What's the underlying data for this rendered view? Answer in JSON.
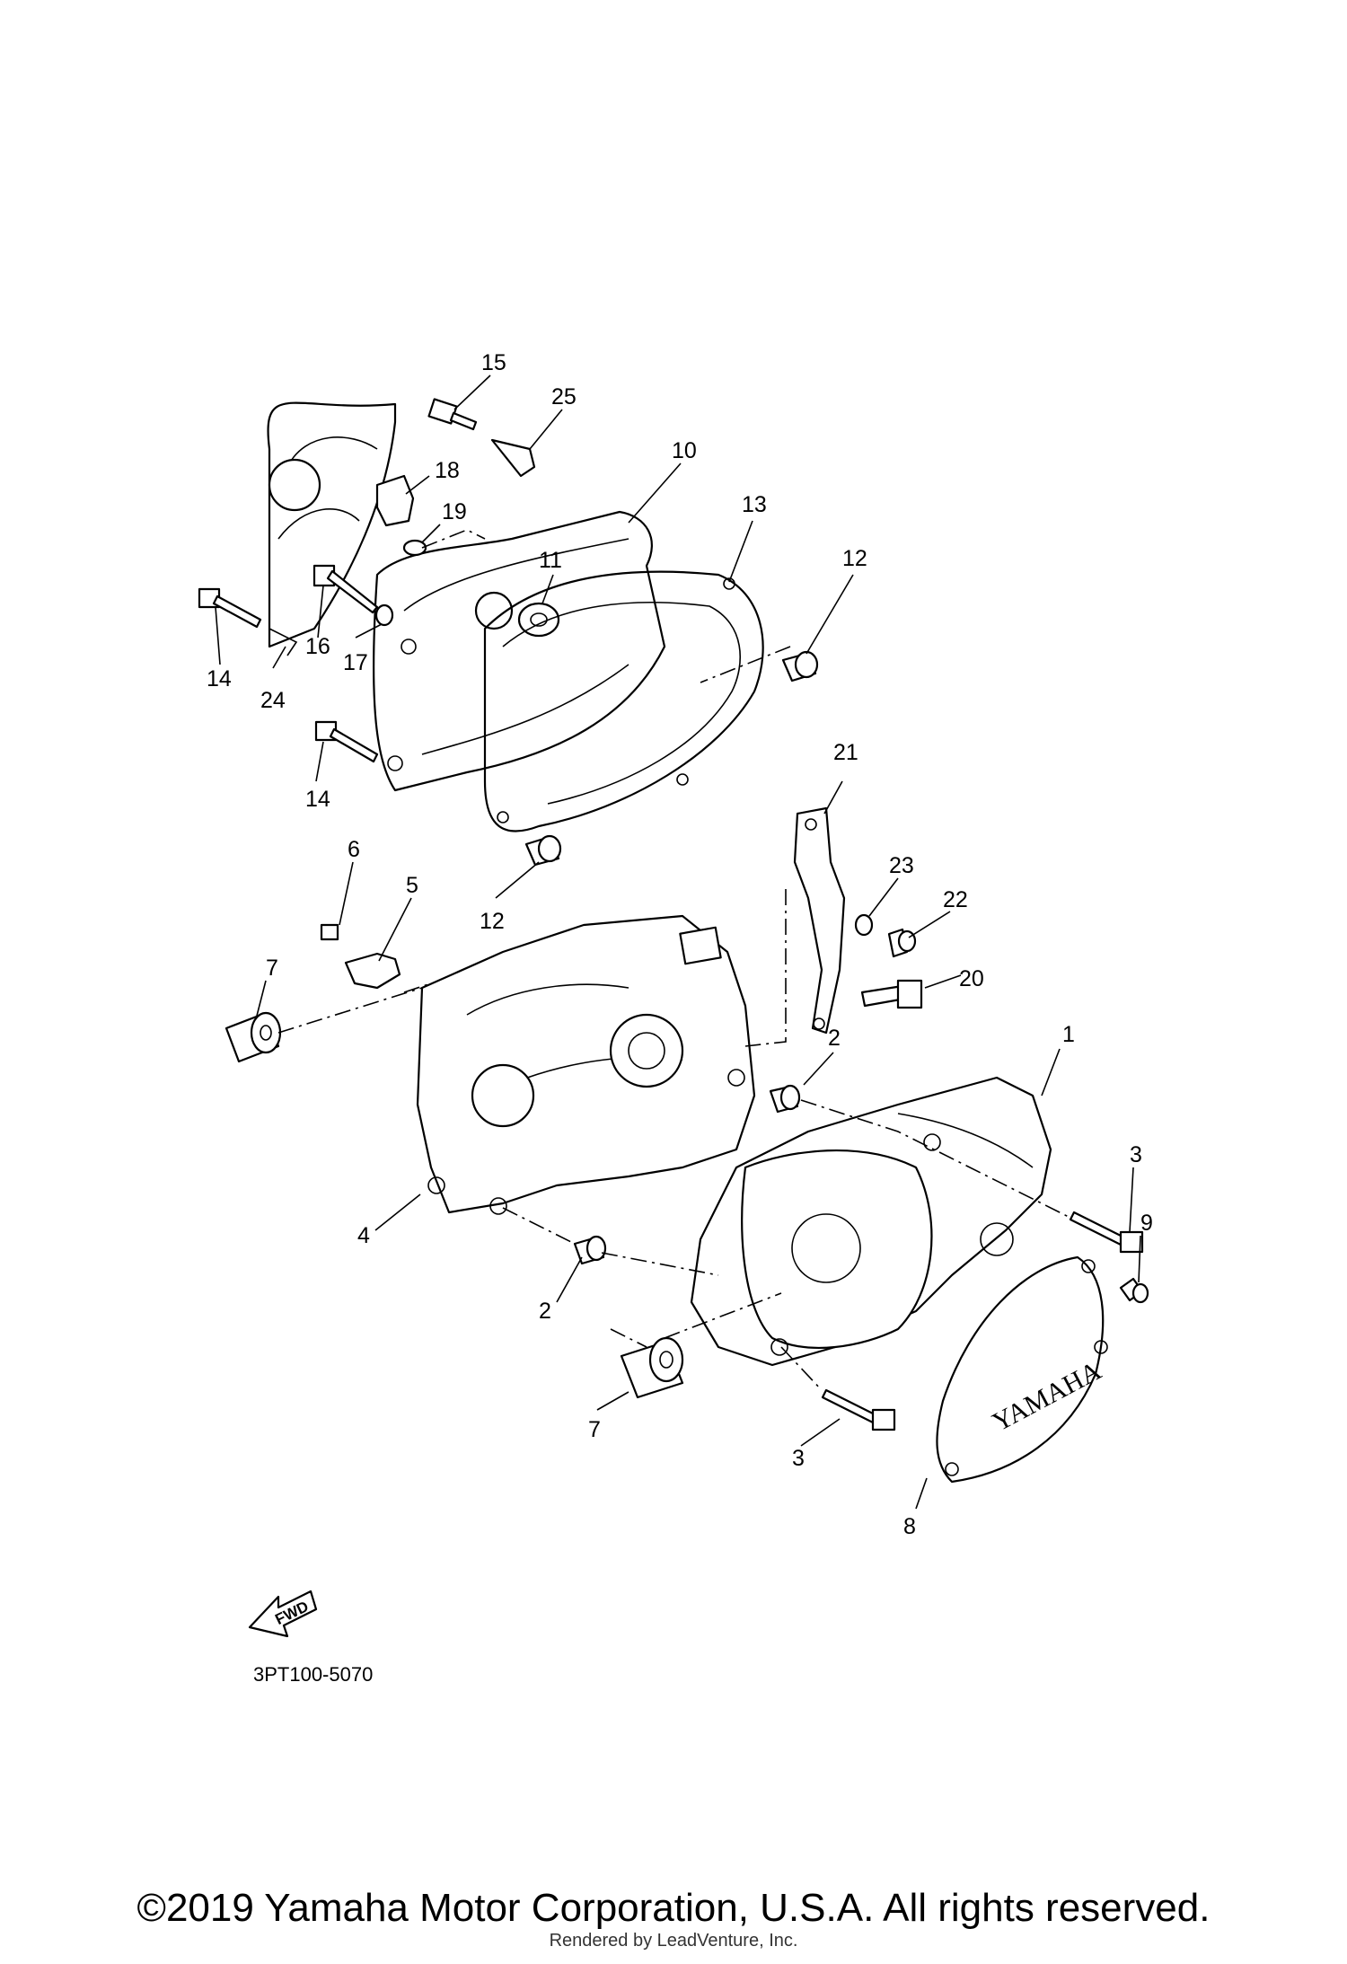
{
  "diagram": {
    "code": "3PT100-5070",
    "fwd_label": "FWD",
    "cover_brand": "YAMAHA"
  },
  "callouts": {
    "c1": "1",
    "c2a": "2",
    "c2b": "2",
    "c3a": "3",
    "c3b": "3",
    "c4": "4",
    "c5": "5",
    "c6": "6",
    "c7a": "7",
    "c7b": "7",
    "c8": "8",
    "c9": "9",
    "c10": "10",
    "c11": "11",
    "c12a": "12",
    "c12b": "12",
    "c13": "13",
    "c14a": "14",
    "c14b": "14",
    "c15": "15",
    "c16": "16",
    "c17": "17",
    "c18": "18",
    "c19": "19",
    "c20": "20",
    "c21": "21",
    "c22": "22",
    "c23": "23",
    "c24": "24",
    "c25": "25"
  },
  "footer": {
    "copyright": "©2019 Yamaha Motor Corporation, U.S.A. All rights reserved.",
    "rendered_by": "Rendered by LeadVenture, Inc."
  }
}
